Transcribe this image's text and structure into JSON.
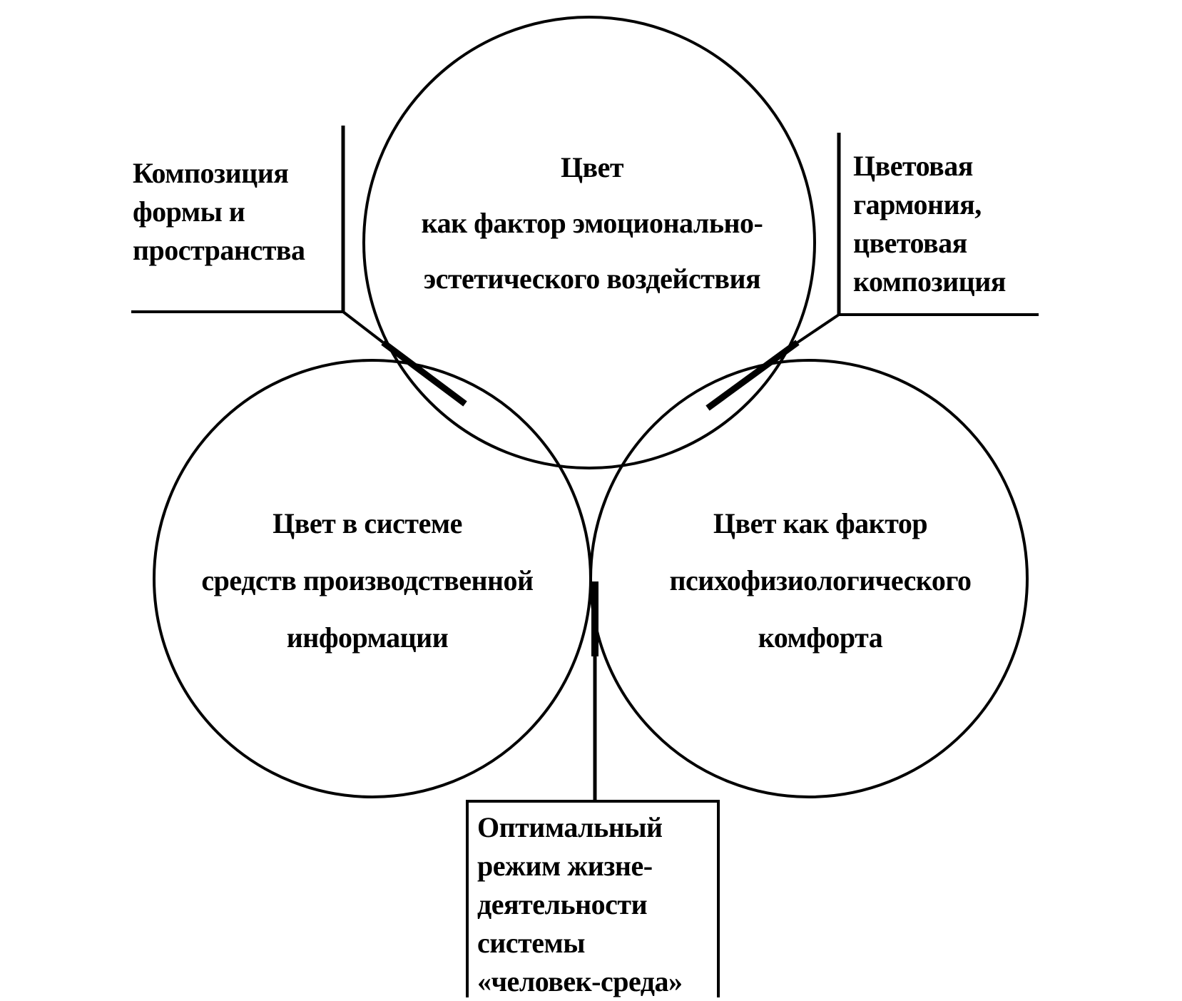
{
  "circles": {
    "top": {
      "lines": [
        "Цвет",
        "как фактор эмоционально-",
        "эстетического воздействия"
      ]
    },
    "left": {
      "lines": [
        "Цвет в системе",
        "средств производственной",
        "информации"
      ]
    },
    "right": {
      "lines": [
        "Цвет как фактор",
        "психофизиологического",
        "комфорта"
      ]
    }
  },
  "intersections": {
    "top_left": {
      "lines": [
        "Композиция",
        "формы и",
        "пространства"
      ]
    },
    "top_right": {
      "lines": [
        "Цветовая",
        "гармония,",
        "цветовая",
        "композиция"
      ]
    },
    "center_bottom": {
      "lines": [
        "Оптимальный",
        "режим жизне-",
        "деятельности",
        "системы",
        "«человек-среда»"
      ]
    }
  }
}
